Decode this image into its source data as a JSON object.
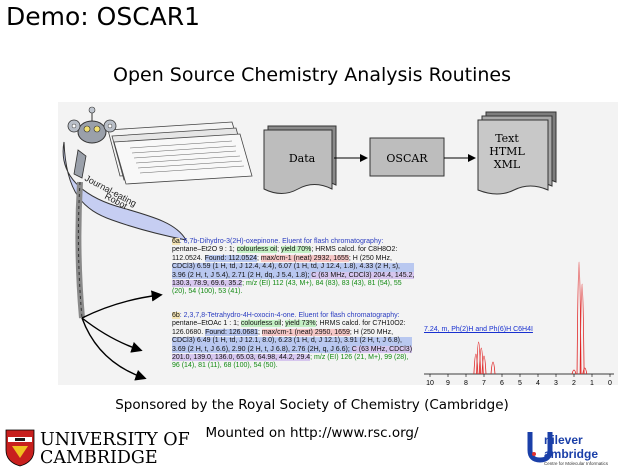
{
  "slide": {
    "title": "Demo: OSCAR1",
    "subtitle": "Open Source Chemistry Analysis Routines",
    "sponsor": "Sponsored by the Royal Society of Chemistry (Cambridge)",
    "mounted": "Mounted on http://www.rsc.org/"
  },
  "flow": {
    "data_label": "Data",
    "oscar_label": "OSCAR",
    "output_line1": "Text",
    "output_line2": "HTML",
    "output_line3": "XML"
  },
  "robot": {
    "label_line1": "Journal-eating",
    "label_line2": "Robot"
  },
  "experimental": {
    "p1_id": "6a",
    "p1_l1_name": ": 6,7b-Dihydro-3(2H)-oxepinone. Eluent for flash chromatography:",
    "p1_l2_a": "pentane–Et2O 9 : 1; ",
    "p1_l2_b": "colourless oil",
    "p1_l2_c": "; ",
    "p1_l2_d": "yield 70%",
    "p1_l2_e": "; HRMS calcd. for C8H8O2:",
    "p1_l3_a": "112.0524. ",
    "p1_l3_b": "Found: 112.0524",
    "p1_l3_c": "; ",
    "p1_l3_d": "max/cm-1 (neat) 2932, 1655",
    "p1_l3_e": "; H (250 MHz,",
    "p1_l4": "CDCl3) 6.59 (1 H, td, J 12.4, 4.4), 6.07 (1 H, td, J 12.4, 1.8), 4.33 (2 H, s),",
    "p1_l5_a": "3.96 (2 H, t, J 5.4), 2.71 (2 H, dq, J 5.4, 1.8); ",
    "p1_l5_b": "C (63 MHz, CDCl3) 204.4, 145.2,",
    "p1_l6_a": "130.3, 78.9, 69.6, 35.2",
    "p1_l6_b": "; m/z (EI) 112 (43, M+), 84 (83), 83 (43), 81 (54), 55",
    "p1_l7": "(20), 54 (100), 53 (41).",
    "p2_id": "6b",
    "p2_l1_name": ": 2,3,7,8-Tetrahydro-4H-oxocin-4-one. Eluent for flash chromatography:",
    "p2_l2_a": "pentane–EtOAc 1 : 1; ",
    "p2_l2_b": "colourless oil",
    "p2_l2_c": "; ",
    "p2_l2_d": "yield 73%",
    "p2_l2_e": "; HRMS calcd. for C7H10O2:",
    "p2_l3_a": "126.0680. ",
    "p2_l3_b": "Found: 126.0681",
    "p2_l3_c": "; ",
    "p2_l3_d": "max/cm-1 (neat) 2950, 1659",
    "p2_l3_e": "; H (250 MHz,",
    "p2_l4": "CDCl3) 6.49 (1 H, td, J 12.1, 8.0), 6.23 (1 H, d, J 12.1), 3.91 (2 H, t, J 6.8),",
    "p2_l5_a": "3.69 (2 H, t, J 6.6), 2.90 (2 H, t, J 6.8), 2.76 (2H, q, J 6.6); ",
    "p2_l5_b": "C (63 MHz, CDCl3)",
    "p2_l6_a": "201.0, 139.0, 136.0, 65.03, 64.98, 44.2, 29.4",
    "p2_l6_b": "; m/z (EI) 126 (21, M+), 99 (28),",
    "p2_l7": "96 (14), 81 (11), 68 (100), 54 (50)."
  },
  "spectrum": {
    "link_text": "7.24, m, Ph(2)H and Ph(6)H C6H4I",
    "ticks": [
      "10",
      "9",
      "8",
      "7",
      "6",
      "5",
      "4",
      "3",
      "2",
      "1",
      "0"
    ],
    "peak_color": "#e02020"
  },
  "logos": {
    "cambridge_line1": "UNIVERSITY OF",
    "cambridge_line2": "CAMBRIDGE",
    "unilever_line1": "nilever",
    "unilever_line2": "ambridge",
    "unilever_tagline": "Centre for Molecular Informatics"
  }
}
